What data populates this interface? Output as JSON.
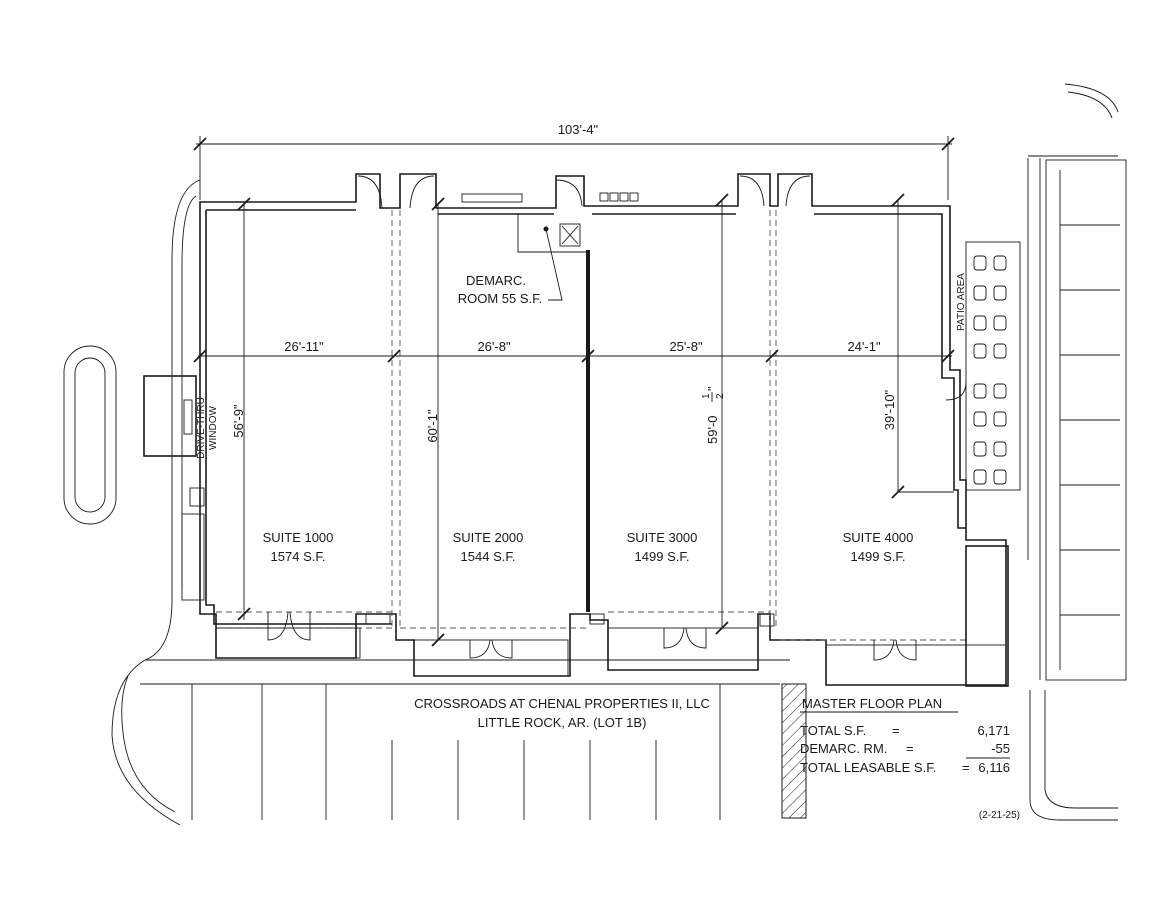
{
  "overall_dimension": "103'-4\"",
  "suite_widths": [
    "26'-11\"",
    "26'-8\"",
    "25'-8\"",
    "24'-1\""
  ],
  "depth_dimensions": {
    "suite1": "56'-9\"",
    "suite2": "60'-1\"",
    "suite3_main": "59'-0",
    "suite3_num": "1",
    "suite3_den": "2",
    "suite3_tail": "\"",
    "suite4": "39'-10\""
  },
  "suites": [
    {
      "name": "SUITE 1000",
      "area": "1574 S.F."
    },
    {
      "name": "SUITE 2000",
      "area": "1544 S.F."
    },
    {
      "name": "SUITE 3000",
      "area": "1499 S.F."
    },
    {
      "name": "SUITE 4000",
      "area": "1499 S.F."
    }
  ],
  "demarc": {
    "line1": "DEMARC.",
    "line2": "ROOM 55 S.F."
  },
  "drive_thru": {
    "line1": "DRIVE-THRU",
    "line2": "WINDOW"
  },
  "patio_label": "PATIO AREA",
  "owner": {
    "line1": "CROSSROADS AT CHENAL PROPERTIES II, LLC",
    "line2": "LITTLE ROCK, AR. (LOT 1B)"
  },
  "summary": {
    "title": "MASTER FLOOR PLAN",
    "rows": [
      {
        "label": "TOTAL S.F.",
        "eq": "=",
        "value": "6,171"
      },
      {
        "label": "DEMARC. RM.",
        "eq": "=",
        "value": "-55"
      },
      {
        "label": "TOTAL LEASABLE S.F.",
        "eq": "=",
        "value": "6,116"
      }
    ]
  },
  "date": "(2-21-25)",
  "colors": {
    "line": "#1a1a1a",
    "background": "#ffffff"
  }
}
